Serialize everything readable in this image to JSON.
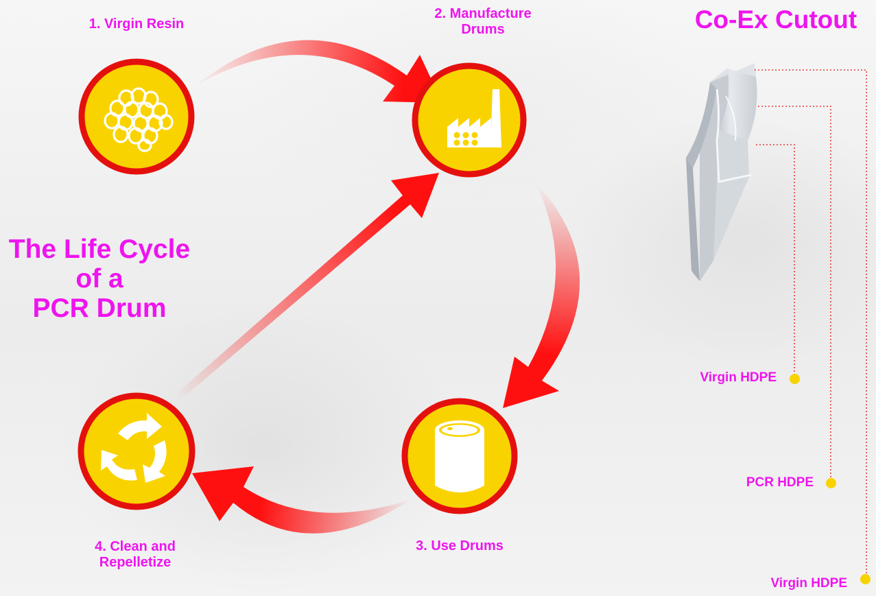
{
  "title": {
    "lines": [
      "The Life Cycle",
      "of a",
      "PCR Drum"
    ]
  },
  "steps": {
    "s1": {
      "label": "1. Virgin Resin",
      "icon": "resin-pellets-icon"
    },
    "s2": {
      "lines": [
        "2. Manufacture",
        "Drums"
      ],
      "icon": "factory-icon"
    },
    "s3": {
      "label": "3. Use Drums",
      "icon": "drum-icon"
    },
    "s4": {
      "lines": [
        "4. Clean and",
        "Repelletize"
      ],
      "icon": "recycle-arrows-icon"
    }
  },
  "cutout": {
    "title": "Co-Ex Cutout",
    "layers": [
      "Virgin HDPE",
      "PCR HDPE",
      "Virgin HDPE"
    ]
  },
  "colors": {
    "accent_text": "#ee14ee",
    "circle_fill": "#f9d300",
    "circle_ring": "#e4100e",
    "arrow": "#ff1010"
  }
}
